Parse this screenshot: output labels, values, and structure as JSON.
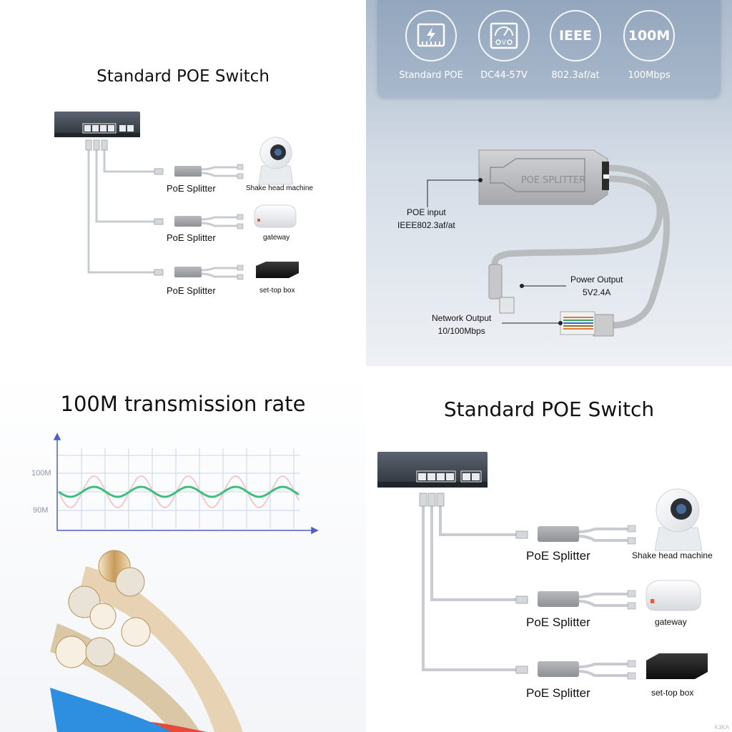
{
  "panel_switch_small": {
    "title": "Standard POE Switch",
    "rows": [
      {
        "splitter_label": "PoE Splitter",
        "device_label": "Shake head machine"
      },
      {
        "splitter_label": "PoE Splitter",
        "device_label": "gateway"
      },
      {
        "splitter_label": "PoE Splitter",
        "device_label": "set-top box"
      }
    ]
  },
  "panel_splitter": {
    "badges": [
      {
        "icon": "ethernet-lightning-icon",
        "text": "",
        "caption": "Standard POE"
      },
      {
        "icon": "voltmeter-icon",
        "text": "",
        "caption": "DC44-57V"
      },
      {
        "icon": "ieee-icon",
        "text": "IEEE",
        "caption": "802.3af/at"
      },
      {
        "icon": "speed-icon",
        "text": "100M",
        "caption": "100Mbps"
      }
    ],
    "device_print": "POE SPLITTER",
    "callouts": {
      "poe_input_line1": "POE input",
      "poe_input_line2": "IEEE802.3af/at",
      "power_output_line1": "Power Output",
      "power_output_line2": "5V2.4A",
      "network_output_line1": "Network Output",
      "network_output_line2": "10/100Mbps"
    }
  },
  "panel_rate": {
    "title": "100M transmission rate",
    "axis_labels": [
      "100M",
      "90M"
    ]
  },
  "panel_switch_large": {
    "title": "Standard POE Switch",
    "rows": [
      {
        "splitter_label": "PoE Splitter",
        "device_label": "Shake head machine"
      },
      {
        "splitter_label": "PoE Splitter",
        "device_label": "gateway"
      },
      {
        "splitter_label": "PoE Splitter",
        "device_label": "set-top box"
      }
    ]
  },
  "watermark": "K3KA"
}
